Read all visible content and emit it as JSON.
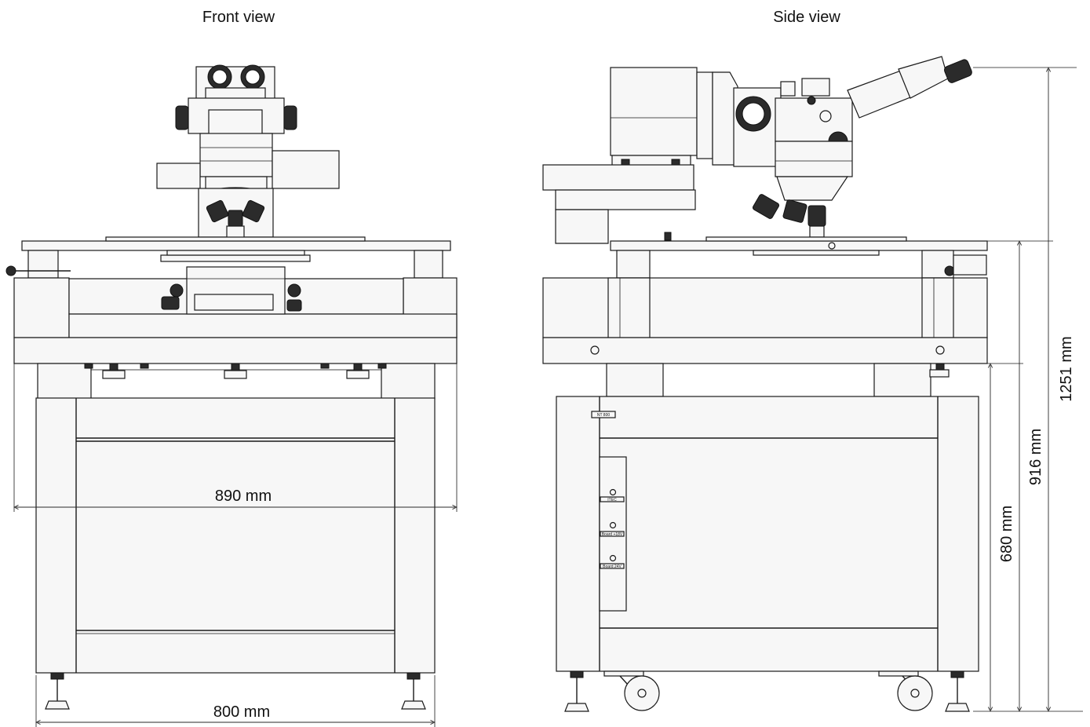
{
  "views": {
    "front": {
      "title": "Front view",
      "dim_width_top": "890 mm",
      "dim_width_base": "800 mm"
    },
    "side": {
      "title": "Side view",
      "dim_total_height": "1251 mm",
      "dim_table_height": "916 mm",
      "dim_frame_height": "680 mm",
      "panel_labels": [
        "ITEC",
        "Board +18V",
        "Board 24V"
      ],
      "plate_label": "NT 800"
    }
  },
  "colors": {
    "line": "#1a1a1a",
    "background": "#ffffff"
  }
}
